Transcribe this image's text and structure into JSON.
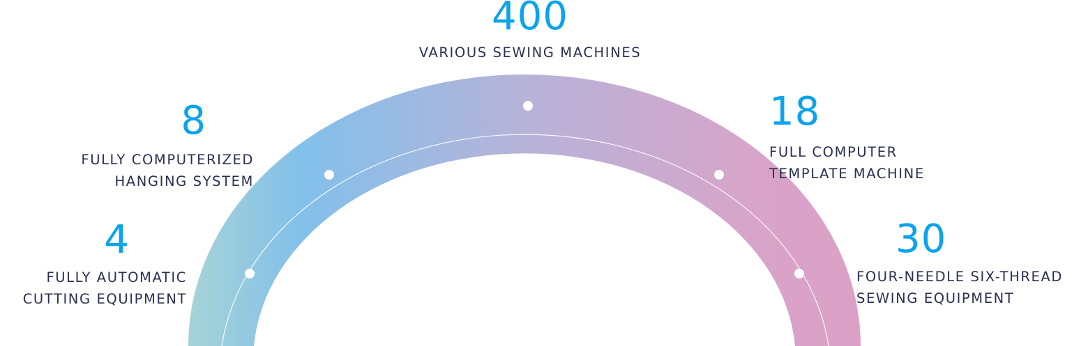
{
  "theme": {
    "number_color": "#0aa3ec",
    "label_color": "#2a3150",
    "arc_gradient": [
      "#a6d3d6",
      "#82c0ea",
      "#b7b3d9",
      "#d8a4c9",
      "#dca0c6"
    ]
  },
  "stats": {
    "top": {
      "value": "400",
      "label_lines": [
        "VARIOUS SEWING MACHINES"
      ]
    },
    "left_upper": {
      "value": "8",
      "label_lines": [
        "FULLY COMPUTERIZED",
        "HANGING SYSTEM"
      ]
    },
    "left_lower": {
      "value": "4",
      "label_lines": [
        "FULLY AUTOMATIC",
        "CUTTING EQUIPMENT"
      ]
    },
    "right_upper": {
      "value": "18",
      "label_lines": [
        "FULL COMPUTER",
        "TEMPLATE MACHINE"
      ]
    },
    "right_lower": {
      "value": "30",
      "label_lines": [
        "FOUR-NEEDLE SIX-THREAD",
        "SEWING EQUIPMENT"
      ]
    }
  }
}
